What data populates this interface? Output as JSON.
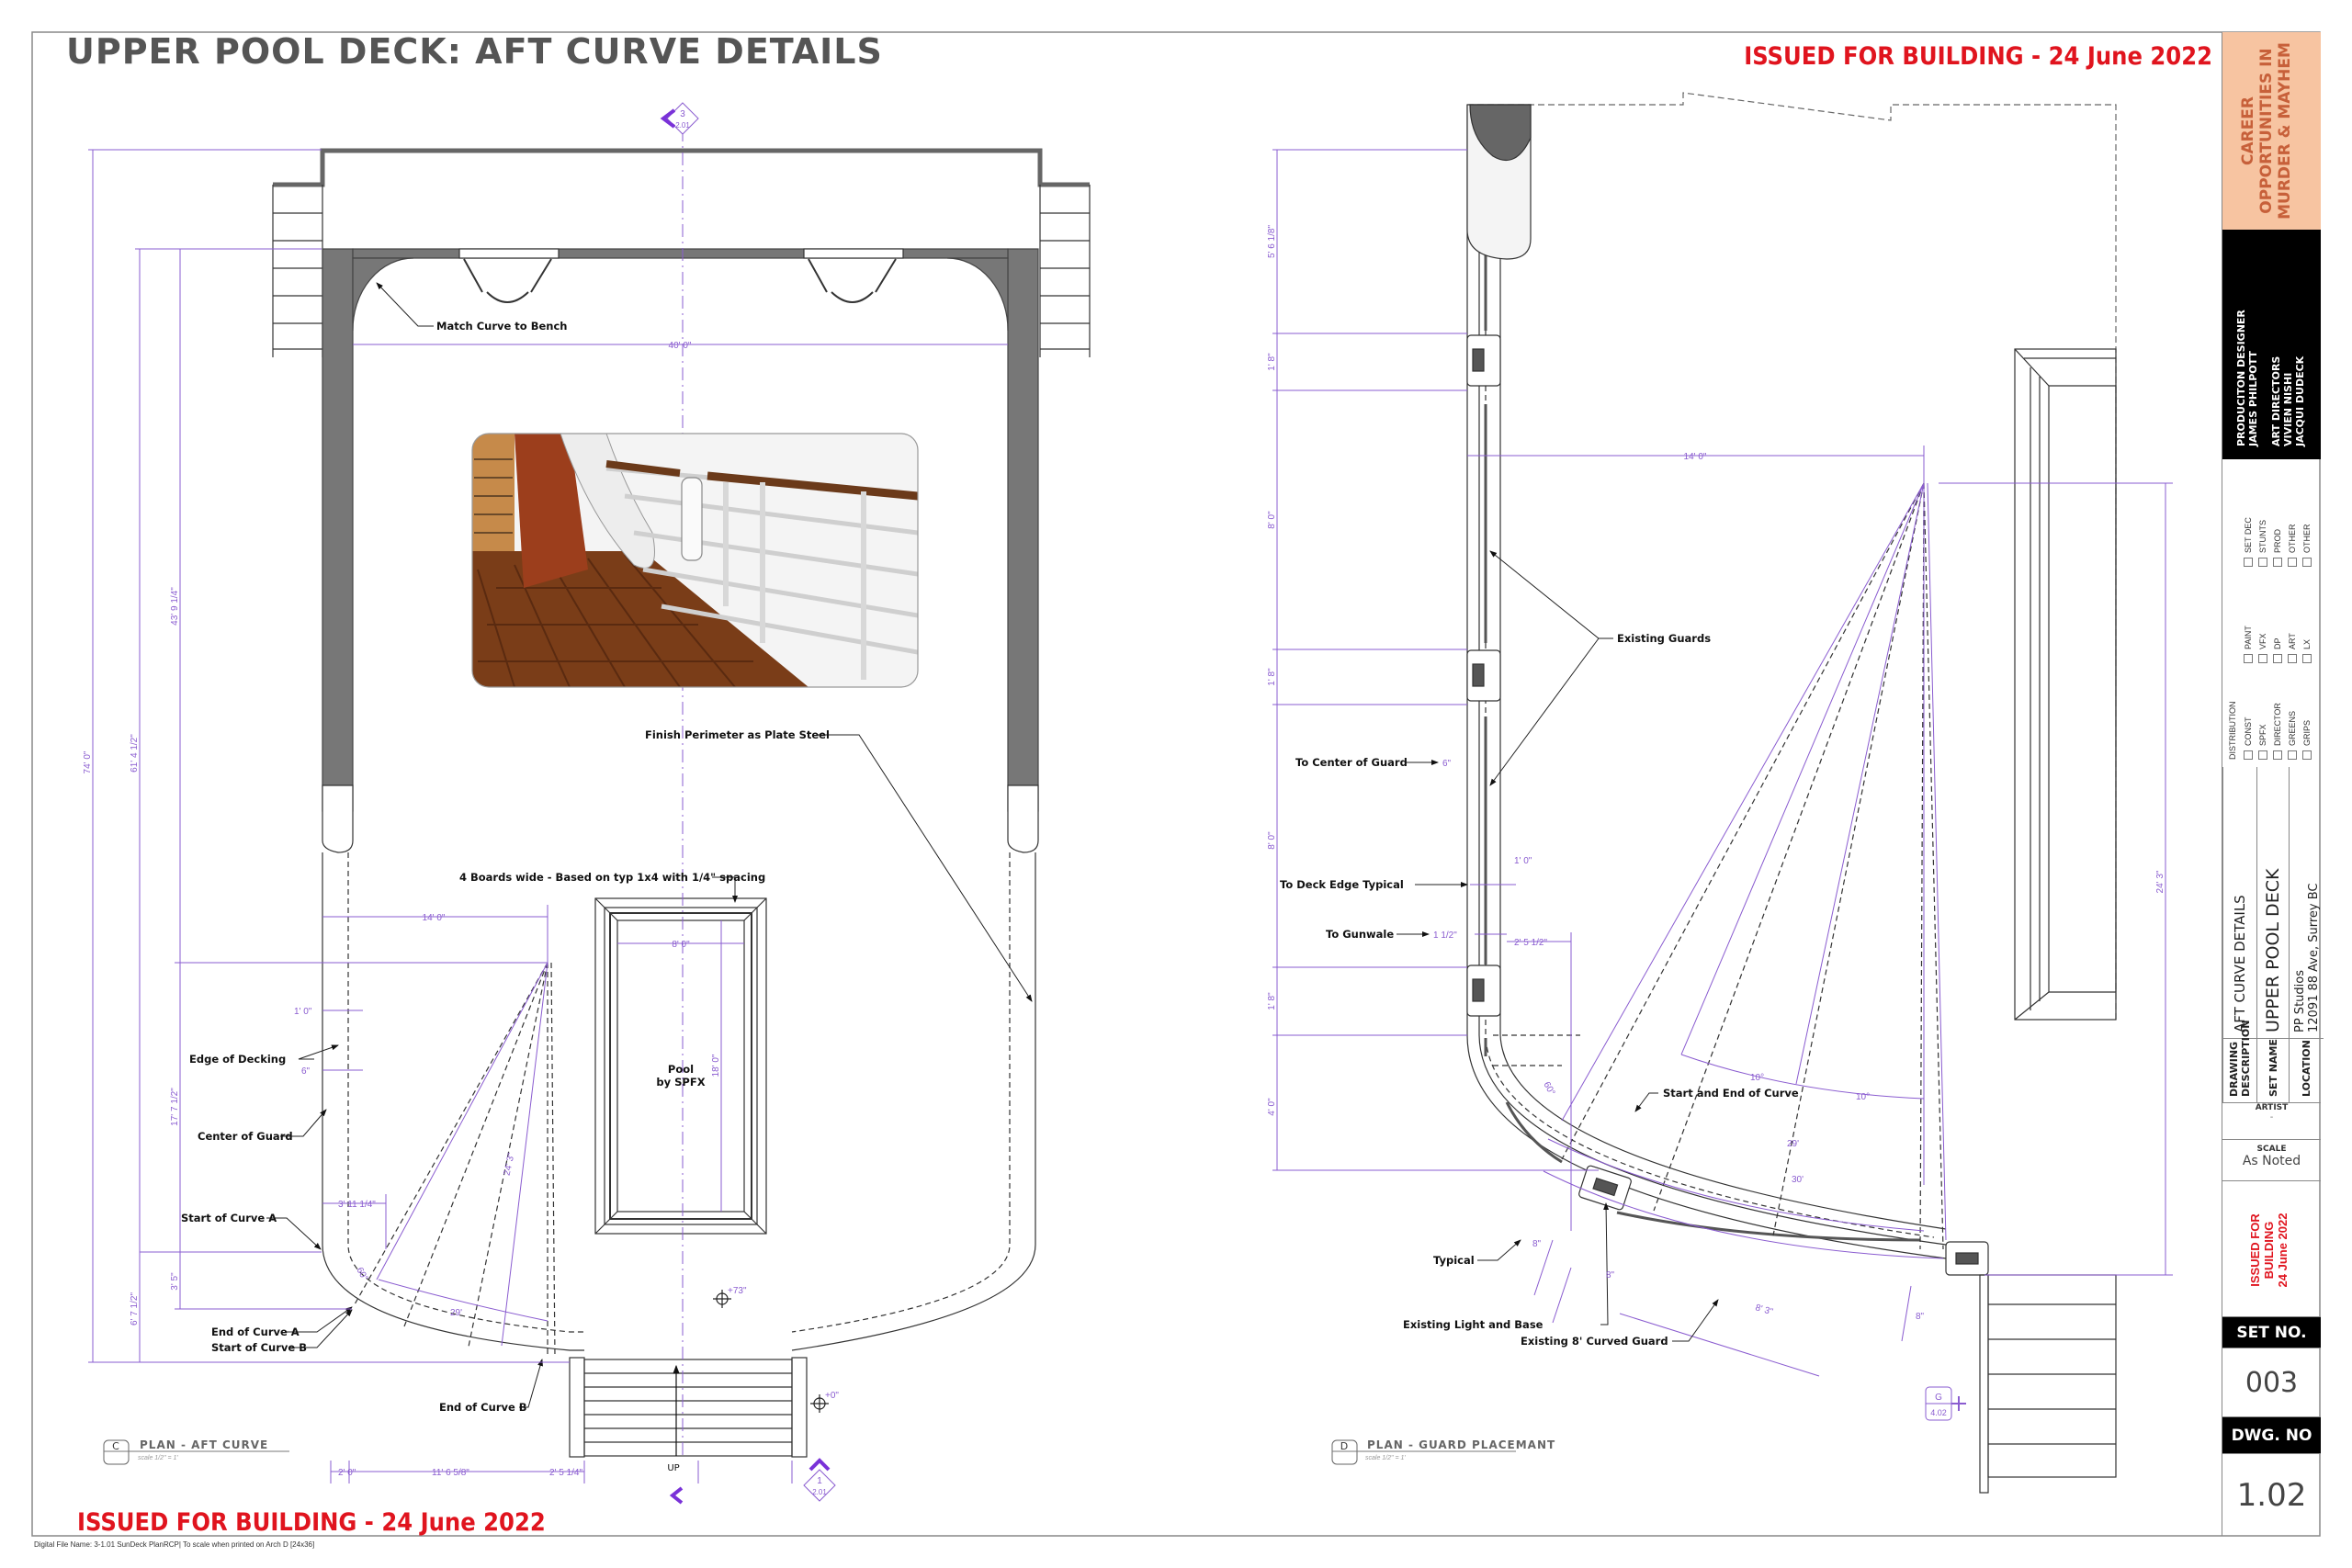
{
  "sheet": {
    "title": "UPPER POOL DECK: AFT CURVE DETAILS",
    "issued_top": "ISSUED FOR BUILDING - 24 June 2022",
    "issued_bottom": "ISSUED FOR BUILDING - 24 June 2022",
    "footer": "Digital File Name: 3-1.01 SunDeck PlanRCP| To scale when printed on Arch D [24x36]"
  },
  "colors": {
    "dimension": "#8a5cd0",
    "issued": "#e0141e",
    "wall": "#777777",
    "logo_bg": "#f7c4a1",
    "logo_text": "#c7603a"
  },
  "plan_c": {
    "id": "C",
    "title": "PLAN - AFT CURVE",
    "scale": "scale 1/2\" = 1'",
    "labels": {
      "match_curve": "Match Curve to Bench",
      "finish_perimeter": "Finish Perimeter as Plate Steel",
      "boards": "4 Boards wide - Based on typ 1x4 with 1/4\" spacing",
      "pool_1": "Pool",
      "pool_2": "by SPFX",
      "edge_decking": "Edge of Decking",
      "center_guard": "Center of Guard",
      "start_curve_a": "Start of Curve A",
      "end_curve_a": "End of Curve A",
      "start_curve_b": "Start of Curve B",
      "end_curve_b": "End of Curve B",
      "up": "UP"
    },
    "dims": {
      "overall": "74' 0\"",
      "d61": "61' 4 1/2\"",
      "d43": "43' 9 1/4\"",
      "d17": "17' 7 1/2\"",
      "d3_5": "3' 5\"",
      "d6_7": "6' 7 1/2\"",
      "width_40": "40' 0\"",
      "width_14": "14' 0\"",
      "pool_w": "8' 0\"",
      "pool_l": "18' 0\"",
      "d1_0": "1' 0\"",
      "d6": "6\"",
      "d3_11": "3' 11 1/4\"",
      "angle": "60°",
      "radius_29": "29'",
      "radius_24": "24' 3\"",
      "b2_0": "2' 0\"",
      "b11_6": "11' 6 5/8\"",
      "b2_5": "2' 5 1/4\"",
      "elev_73": "+73\"",
      "elev_0": "+0\""
    },
    "markers": {
      "sec_top": {
        "num": "3",
        "sheet": "2.01"
      },
      "sec_bottom": {
        "num": "1",
        "sheet": "2.01"
      }
    }
  },
  "plan_d": {
    "id": "D",
    "title": "PLAN - GUARD PLACEMANT",
    "scale": "scale 1/2\" = 1'",
    "labels": {
      "existing_guards": "Existing Guards",
      "to_center_guard": "To Center of Guard",
      "to_deck_edge": "To Deck Edge Typical",
      "to_gunwale": "To Gunwale",
      "start_end_curve": "Start and End of Curve",
      "typical": "Typical",
      "existing_light": "Existing Light and Base",
      "existing_curved_guard": "Existing 8' Curved Guard"
    },
    "dims": {
      "d5_6": "5' 6 1/8\"",
      "d1_8a": "1' 8\"",
      "d8_0a": "8' 0\"",
      "d1_8b": "1' 8\"",
      "d8_0b": "8' 0\"",
      "d1_8c": "1' 8\"",
      "d4_0": "4' 0\"",
      "width_14": "14' 0\"",
      "radius_24": "24' 3\"",
      "d6": "6\"",
      "d1_0": "1' 0\"",
      "d1_5": "1 1/2\"",
      "d2_5": "2' 5 1/2\"",
      "angle": "60°",
      "ang10a": "10°",
      "ang10b": "10°",
      "r29": "29'",
      "r30": "30'",
      "g8a": "8\"",
      "g8b": "8\"",
      "g8c": "8\"",
      "g8_3": "8' 3\""
    },
    "markers": {
      "detail": {
        "num": "G",
        "sheet": "4.02"
      }
    }
  },
  "title_block": {
    "logo": [
      "CAREER",
      "OPPORTUNITIES IN",
      "MURDER & MAYHEM"
    ],
    "production_designer_label": "PRODUCITON DESIGNER",
    "production_designer": "JAMES PHILPOTT",
    "art_directors_label": "ART DIRECTORS",
    "art_directors": [
      "VIVIEN NISHI",
      "JACQUI DUDECK"
    ],
    "distribution_label": "DISTRIBUTION",
    "distribution": [
      [
        "CONST",
        "PAINT",
        "SET DEC"
      ],
      [
        "SPFX",
        "VFX",
        "STUNTS"
      ],
      [
        "DIRECTOR",
        "DP",
        "PROD"
      ],
      [
        "GREENS",
        "ART",
        "OTHER"
      ],
      [
        "GRIPS",
        "LX",
        "OTHER"
      ]
    ],
    "drawing_description_label": "DRAWING DESCRIPTION",
    "drawing_description": "AFT CURVE DETAILS",
    "set_name_label": "SET NAME",
    "set_name": "UPPER POOL DECK",
    "location_label": "LOCATION",
    "location_1": "PP Studios",
    "location_2": "12091 88 Ave, Surrey BC",
    "artist_label": "ARTIST",
    "artist": "-",
    "scale_label": "SCALE",
    "scale": "As Noted",
    "issued": [
      "ISSUED FOR",
      "BUILDING",
      "24 June 2022"
    ],
    "set_no_label": "SET NO.",
    "set_no": "003",
    "dwg_no_label": "DWG. NO",
    "dwg_no": "1.02"
  }
}
